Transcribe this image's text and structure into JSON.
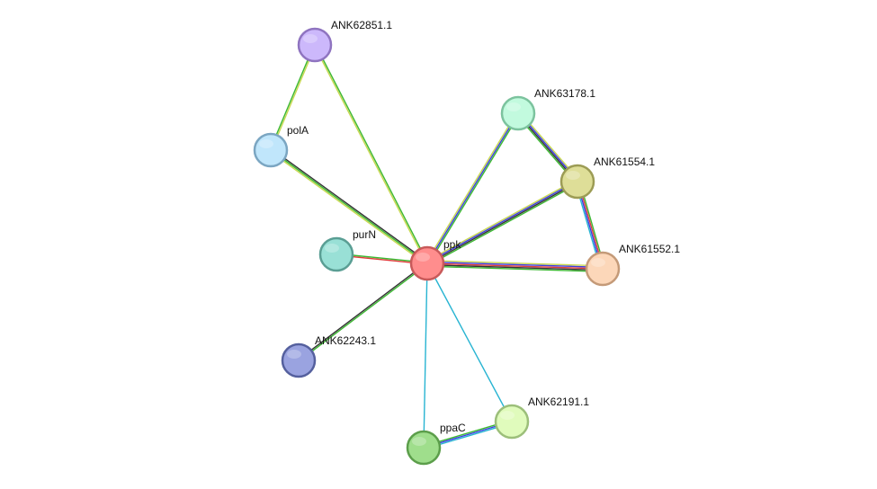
{
  "nodes": [
    {
      "id": "ppk",
      "label": "ppk",
      "fill": "#ff8d8d",
      "stroke": "#c85a5a"
    },
    {
      "id": "ANK62851.1",
      "label": "ANK62851.1",
      "fill": "#ccb8fb",
      "stroke": "#8f74c0"
    },
    {
      "id": "polA",
      "label": "polA",
      "fill": "#c0e6fb",
      "stroke": "#7ba6c2"
    },
    {
      "id": "purN",
      "label": "purN",
      "fill": "#99e0d6",
      "stroke": "#5a9e94"
    },
    {
      "id": "ANK62243.1",
      "label": "ANK62243.1",
      "fill": "#9aa3e0",
      "stroke": "#55609e"
    },
    {
      "id": "ANK63178.1",
      "label": "ANK63178.1",
      "fill": "#c2fade",
      "stroke": "#7cc39e"
    },
    {
      "id": "ANK61554.1",
      "label": "ANK61554.1",
      "fill": "#dede98",
      "stroke": "#9c9c55"
    },
    {
      "id": "ANK61552.1",
      "label": "ANK61552.1",
      "fill": "#fcd7b9",
      "stroke": "#c49a78"
    },
    {
      "id": "ANK62191.1",
      "label": "ANK62191.1",
      "fill": "#e0fbbc",
      "stroke": "#9cbf7a"
    },
    {
      "id": "ppaC",
      "label": "ppaC",
      "fill": "#9fde8c",
      "stroke": "#5c9e4b"
    }
  ],
  "edges": [
    {
      "source": "ppk",
      "target": "ANK62851.1",
      "colors": [
        "#c8d850",
        "#3cb832"
      ]
    },
    {
      "source": "ppk",
      "target": "polA",
      "colors": [
        "#c8d850",
        "#3cb832",
        "#333333"
      ]
    },
    {
      "source": "ANK62851.1",
      "target": "polA",
      "colors": [
        "#c8d850",
        "#3cb832"
      ]
    },
    {
      "source": "ppk",
      "target": "purN",
      "colors": [
        "#e03c3c",
        "#3cb832"
      ]
    },
    {
      "source": "ppk",
      "target": "ANK62243.1",
      "colors": [
        "#3cb832",
        "#333333"
      ]
    },
    {
      "source": "ppk",
      "target": "ANK63178.1",
      "colors": [
        "#c8d850",
        "#3c3ce0",
        "#3cb832"
      ]
    },
    {
      "source": "ppk",
      "target": "ANK61554.1",
      "colors": [
        "#c8d850",
        "#3c3ce0",
        "#333333",
        "#3cb832"
      ]
    },
    {
      "source": "ppk",
      "target": "ANK61552.1",
      "colors": [
        "#c8d850",
        "#3c3ce0",
        "#e03c3c",
        "#333333",
        "#3cb832"
      ]
    },
    {
      "source": "ANK63178.1",
      "target": "ANK61554.1",
      "colors": [
        "#c8d850",
        "#3c3ce0",
        "#333333",
        "#3cb832"
      ]
    },
    {
      "source": "ANK61554.1",
      "target": "ANK61552.1",
      "colors": [
        "#3cb832",
        "#e03c3c",
        "#3c3ce0",
        "#28b4d2"
      ]
    },
    {
      "source": "ppk",
      "target": "ANK62191.1",
      "colors": [
        "#28b4d2"
      ]
    },
    {
      "source": "ppk",
      "target": "ppaC",
      "colors": [
        "#28b4d2"
      ]
    },
    {
      "source": "ppaC",
      "target": "ANK62191.1",
      "colors": [
        "#3cb832",
        "#3c3ce0",
        "#28b4d2"
      ]
    }
  ]
}
